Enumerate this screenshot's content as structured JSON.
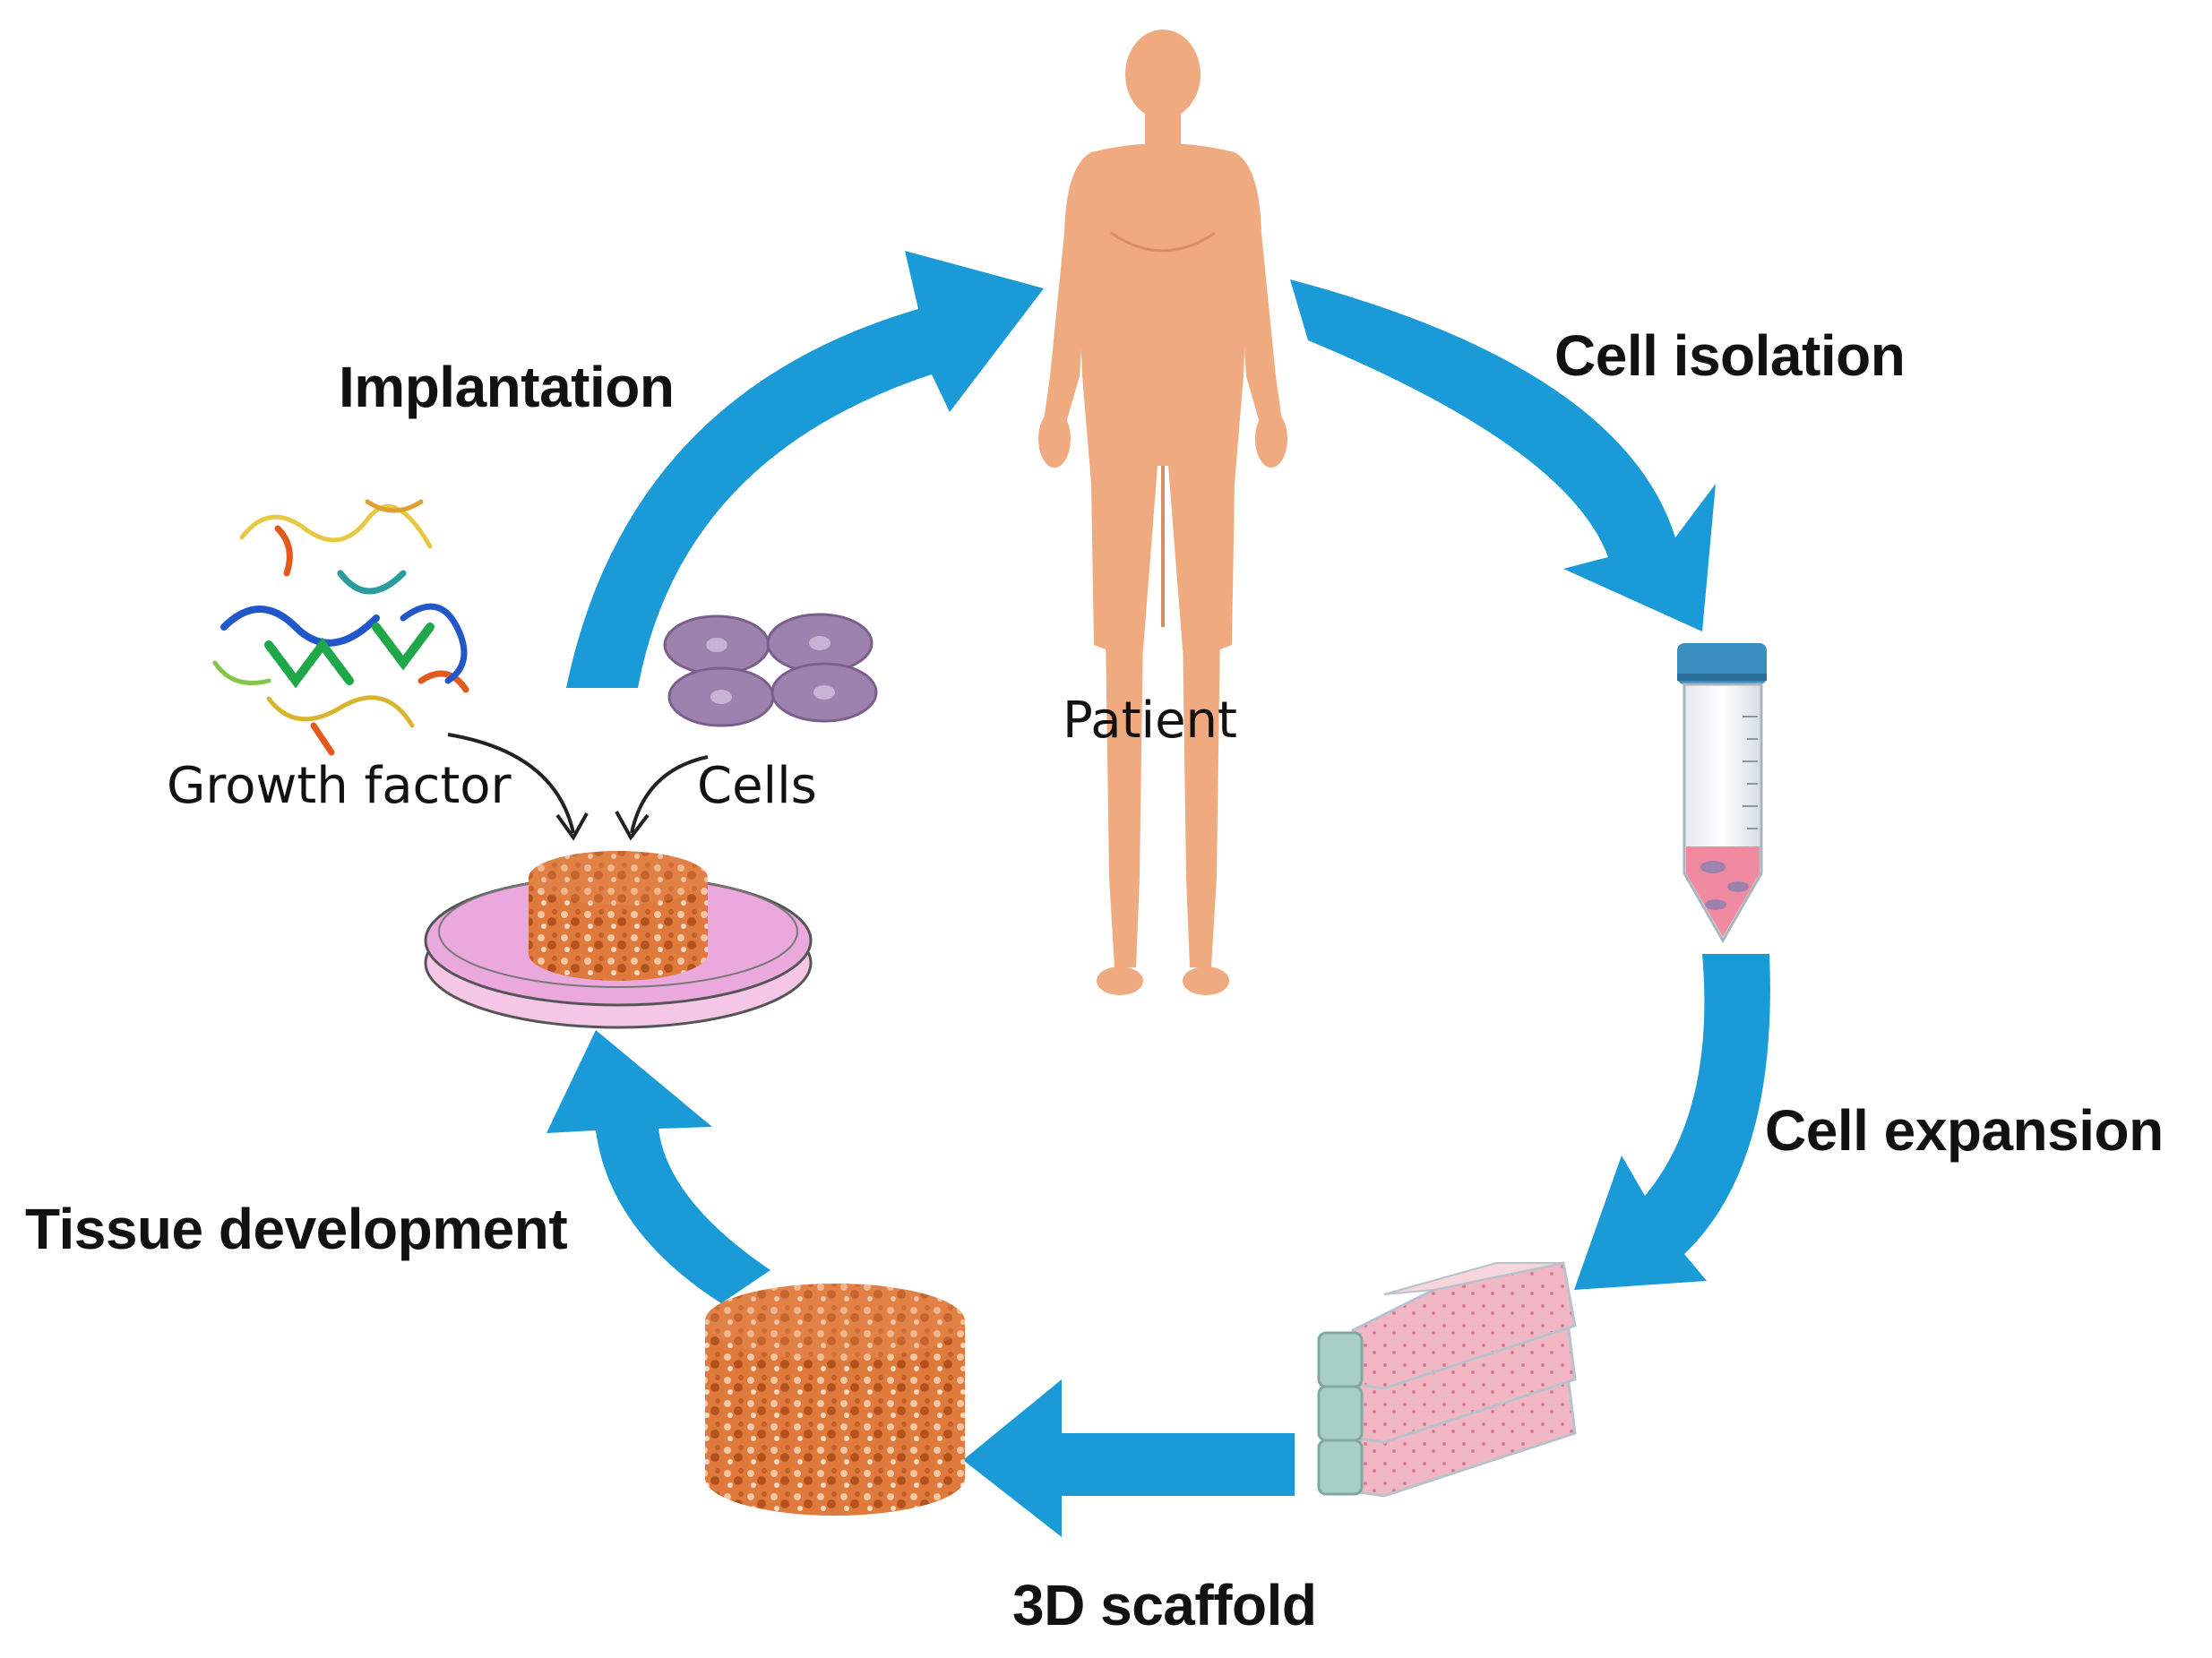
{
  "labels": {
    "patient": "Patient",
    "cell_isolation": "Cell isolation",
    "cell_expansion": "Cell expansion",
    "scaffold": "3D scaffold",
    "tissue_development": "Tissue development",
    "implantation": "Implantation",
    "growth_factor": "Growth factor",
    "cells": "Cells"
  },
  "colors": {
    "arrow": "#1A9AD6",
    "skin": "#EFAA80",
    "skin_shadow": "#D98D64",
    "scaffold": "#D9662A",
    "dish_media": "#EBA8DC",
    "cell_body": "#9E82AE",
    "tube_cap": "#3B8FC0",
    "tube_media": "#F08AA0",
    "flask_media": "#F1B7C4",
    "flask_cap": "#A7CFC6"
  },
  "icons": [
    "human-body-icon",
    "centrifuge-tube-icon",
    "culture-flask-stack-icon",
    "porous-scaffold-icon",
    "petri-dish-icon",
    "protein-structure-icon",
    "cell-cluster-icon"
  ]
}
